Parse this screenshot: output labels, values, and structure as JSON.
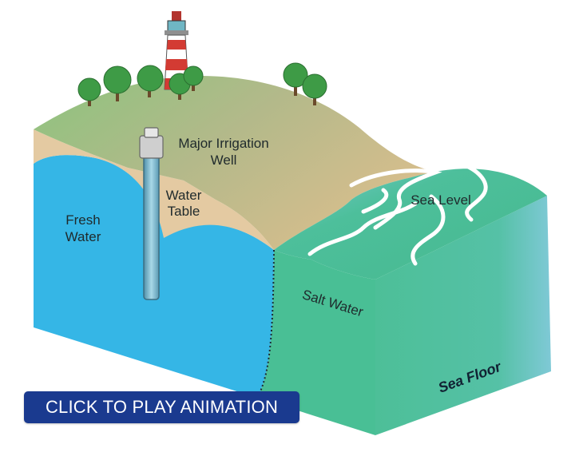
{
  "labels": {
    "major_irrigation_well_line1": "Major Irrigation",
    "major_irrigation_well_line2": "Well",
    "water_table_line1": "Water",
    "water_table_line2": "Table",
    "fresh_water_line1": "Fresh",
    "fresh_water_line2": "Water",
    "sea_level": "Sea Level",
    "salt_water": "Salt Water",
    "sea_floor": "Sea Floor"
  },
  "play_button": {
    "label": "CLICK TO PLAY ANIMATION"
  },
  "colors": {
    "fresh_water": "#35b6e6",
    "salt_water": "#49bf95",
    "sand": "#e3c9a0",
    "grass": "#8fbf7a",
    "button": "#1a3a8f"
  }
}
